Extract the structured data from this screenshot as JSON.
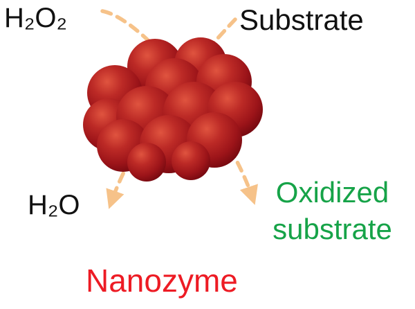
{
  "figure": {
    "reactant_top_left": "H₂O₂",
    "reactant_top_right": "Substrate",
    "product_bottom_left": "H₂O",
    "product_bottom_right": "Oxidized substrate",
    "caption": "Nanozyme"
  },
  "icons": {
    "nanoparticle": "red-sphere-cluster-icon",
    "arrow_left_diagonal": "dashed-arrow-substrate-to-water",
    "arrow_right_diagonal": "dashed-arrow-peroxide-to-oxidized"
  },
  "colors": {
    "background": "#ffffff",
    "label-text": "#111111",
    "product-green": "#16a348",
    "caption-red": "#ed1b24",
    "arrow-sand": "#f6c289",
    "sphere-highlight": "#e0543f",
    "sphere-mid": "#b02020",
    "sphere-dark": "#6f070e"
  }
}
